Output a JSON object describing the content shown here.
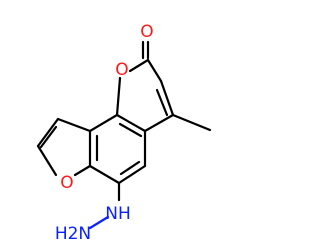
{
  "molecule": {
    "atoms": {
      "carbonyl_oxygen": "O",
      "ring_oxygen": "O",
      "furan_oxygen": "O",
      "hydrazine_nh": "NH",
      "hydrazine_h2n": "H2N"
    },
    "colors": {
      "bond": "#000000",
      "oxygen": "#ff1a1a",
      "nitrogen": "#0b22ff",
      "background": "#ffffff"
    }
  }
}
